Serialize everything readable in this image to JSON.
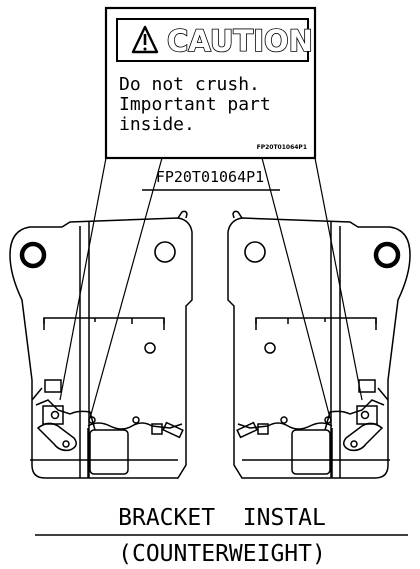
{
  "caution_label": {
    "header": "CAUTION",
    "lines": [
      "Do not crush.",
      "Important part",
      "inside."
    ],
    "small_code": "FP20T01064P1"
  },
  "part_number": "FP20T01064P1",
  "caption": {
    "line1": "BRACKET  INSTAL",
    "line2": "(COUNTERWEIGHT)"
  },
  "icons": {
    "warning": "warning-triangle-icon"
  }
}
